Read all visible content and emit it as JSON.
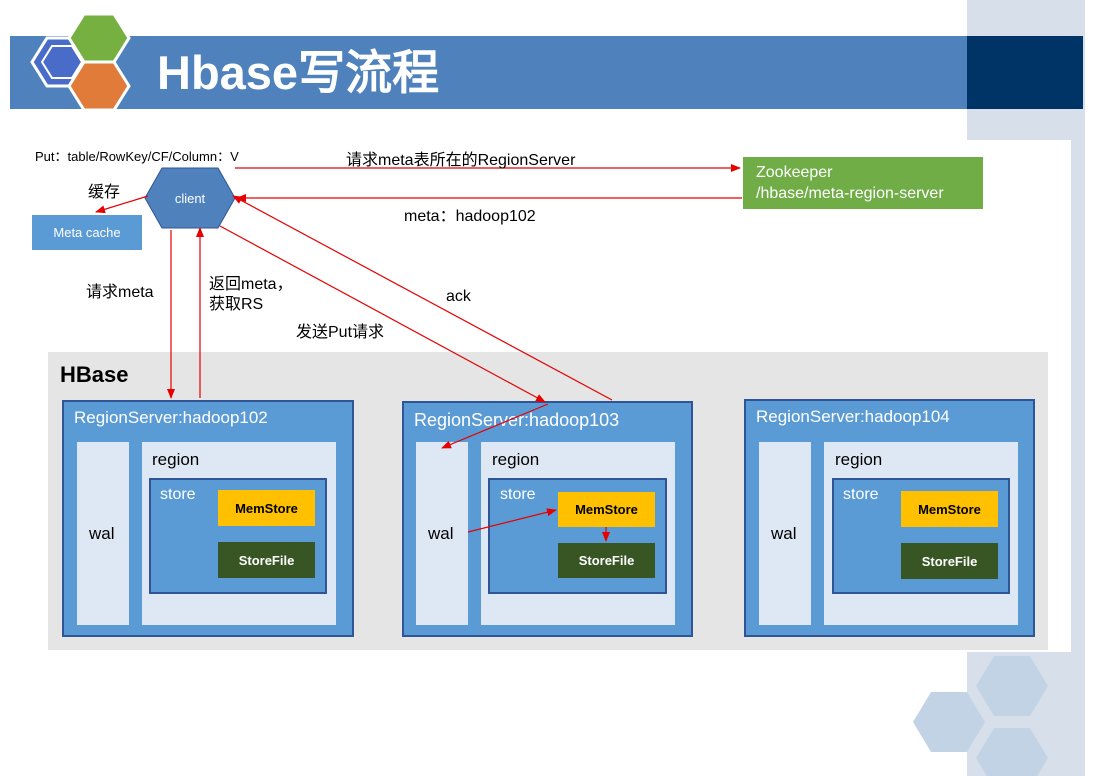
{
  "slide": {
    "title": "Hbase写流程"
  },
  "labels": {
    "put": "Put：table/RowKey/CF/Column：V",
    "cache": "缓存",
    "meta_cache": "Meta cache",
    "client": "client",
    "request_meta_rs": "请求meta表所在的RegionServer",
    "meta_reply": "meta：hadoop102",
    "request_meta": "请求meta",
    "return_meta_1": "返回meta，",
    "return_meta_2": "获取RS",
    "send_put": "发送Put请求",
    "ack": "ack",
    "zookeeper_1": "Zookeeper",
    "zookeeper_2": "/hbase/meta-region-server"
  },
  "hbase": {
    "label": "HBase",
    "region_servers": [
      {
        "name": "RegionServer:hadoop102",
        "wal": "wal",
        "region": "region",
        "store": "store",
        "memstore": "MemStore",
        "storefile": "StoreFile"
      },
      {
        "name": "RegionServer:hadoop103",
        "wal": "wal",
        "region": "region",
        "store": "store",
        "memstore": "MemStore",
        "storefile": "StoreFile"
      },
      {
        "name": "RegionServer:hadoop104",
        "wal": "wal",
        "region": "region",
        "store": "store",
        "memstore": "MemStore",
        "storefile": "StoreFile"
      }
    ]
  },
  "colors": {
    "header": "#4f81bd",
    "header_dark": "#003366",
    "region_server": "#5b9bd5",
    "memstore": "#ffc000",
    "storefile": "#375623",
    "zookeeper": "#70ad47",
    "arrow": "#ff0000"
  }
}
